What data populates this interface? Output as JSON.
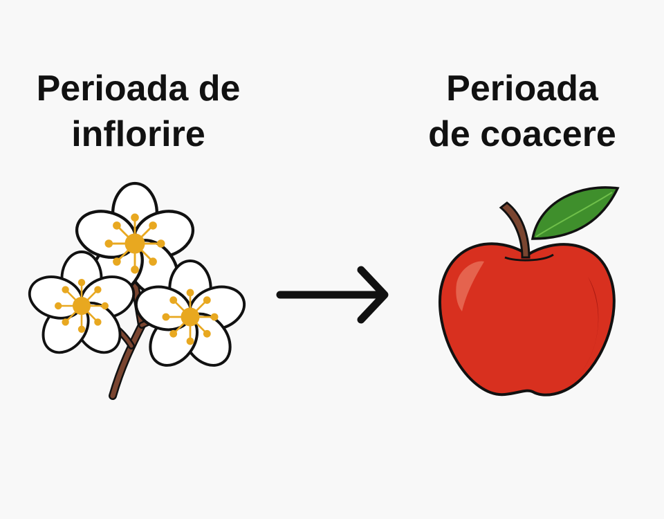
{
  "stages": [
    {
      "title_lines": [
        "Perioada de",
        "inflorire"
      ],
      "icon": "blossom-branch-icon"
    },
    {
      "title_lines": [
        "Perioada",
        "de coacere"
      ],
      "icon": "apple-icon"
    }
  ],
  "connector": {
    "icon": "right-arrow-icon"
  },
  "colors": {
    "petal": "#ffffff",
    "stamen": "#e8a820",
    "branch": "#6b3a24",
    "apple": "#d8301f",
    "leaf": "#3f8f2c",
    "outline": "#111111"
  }
}
